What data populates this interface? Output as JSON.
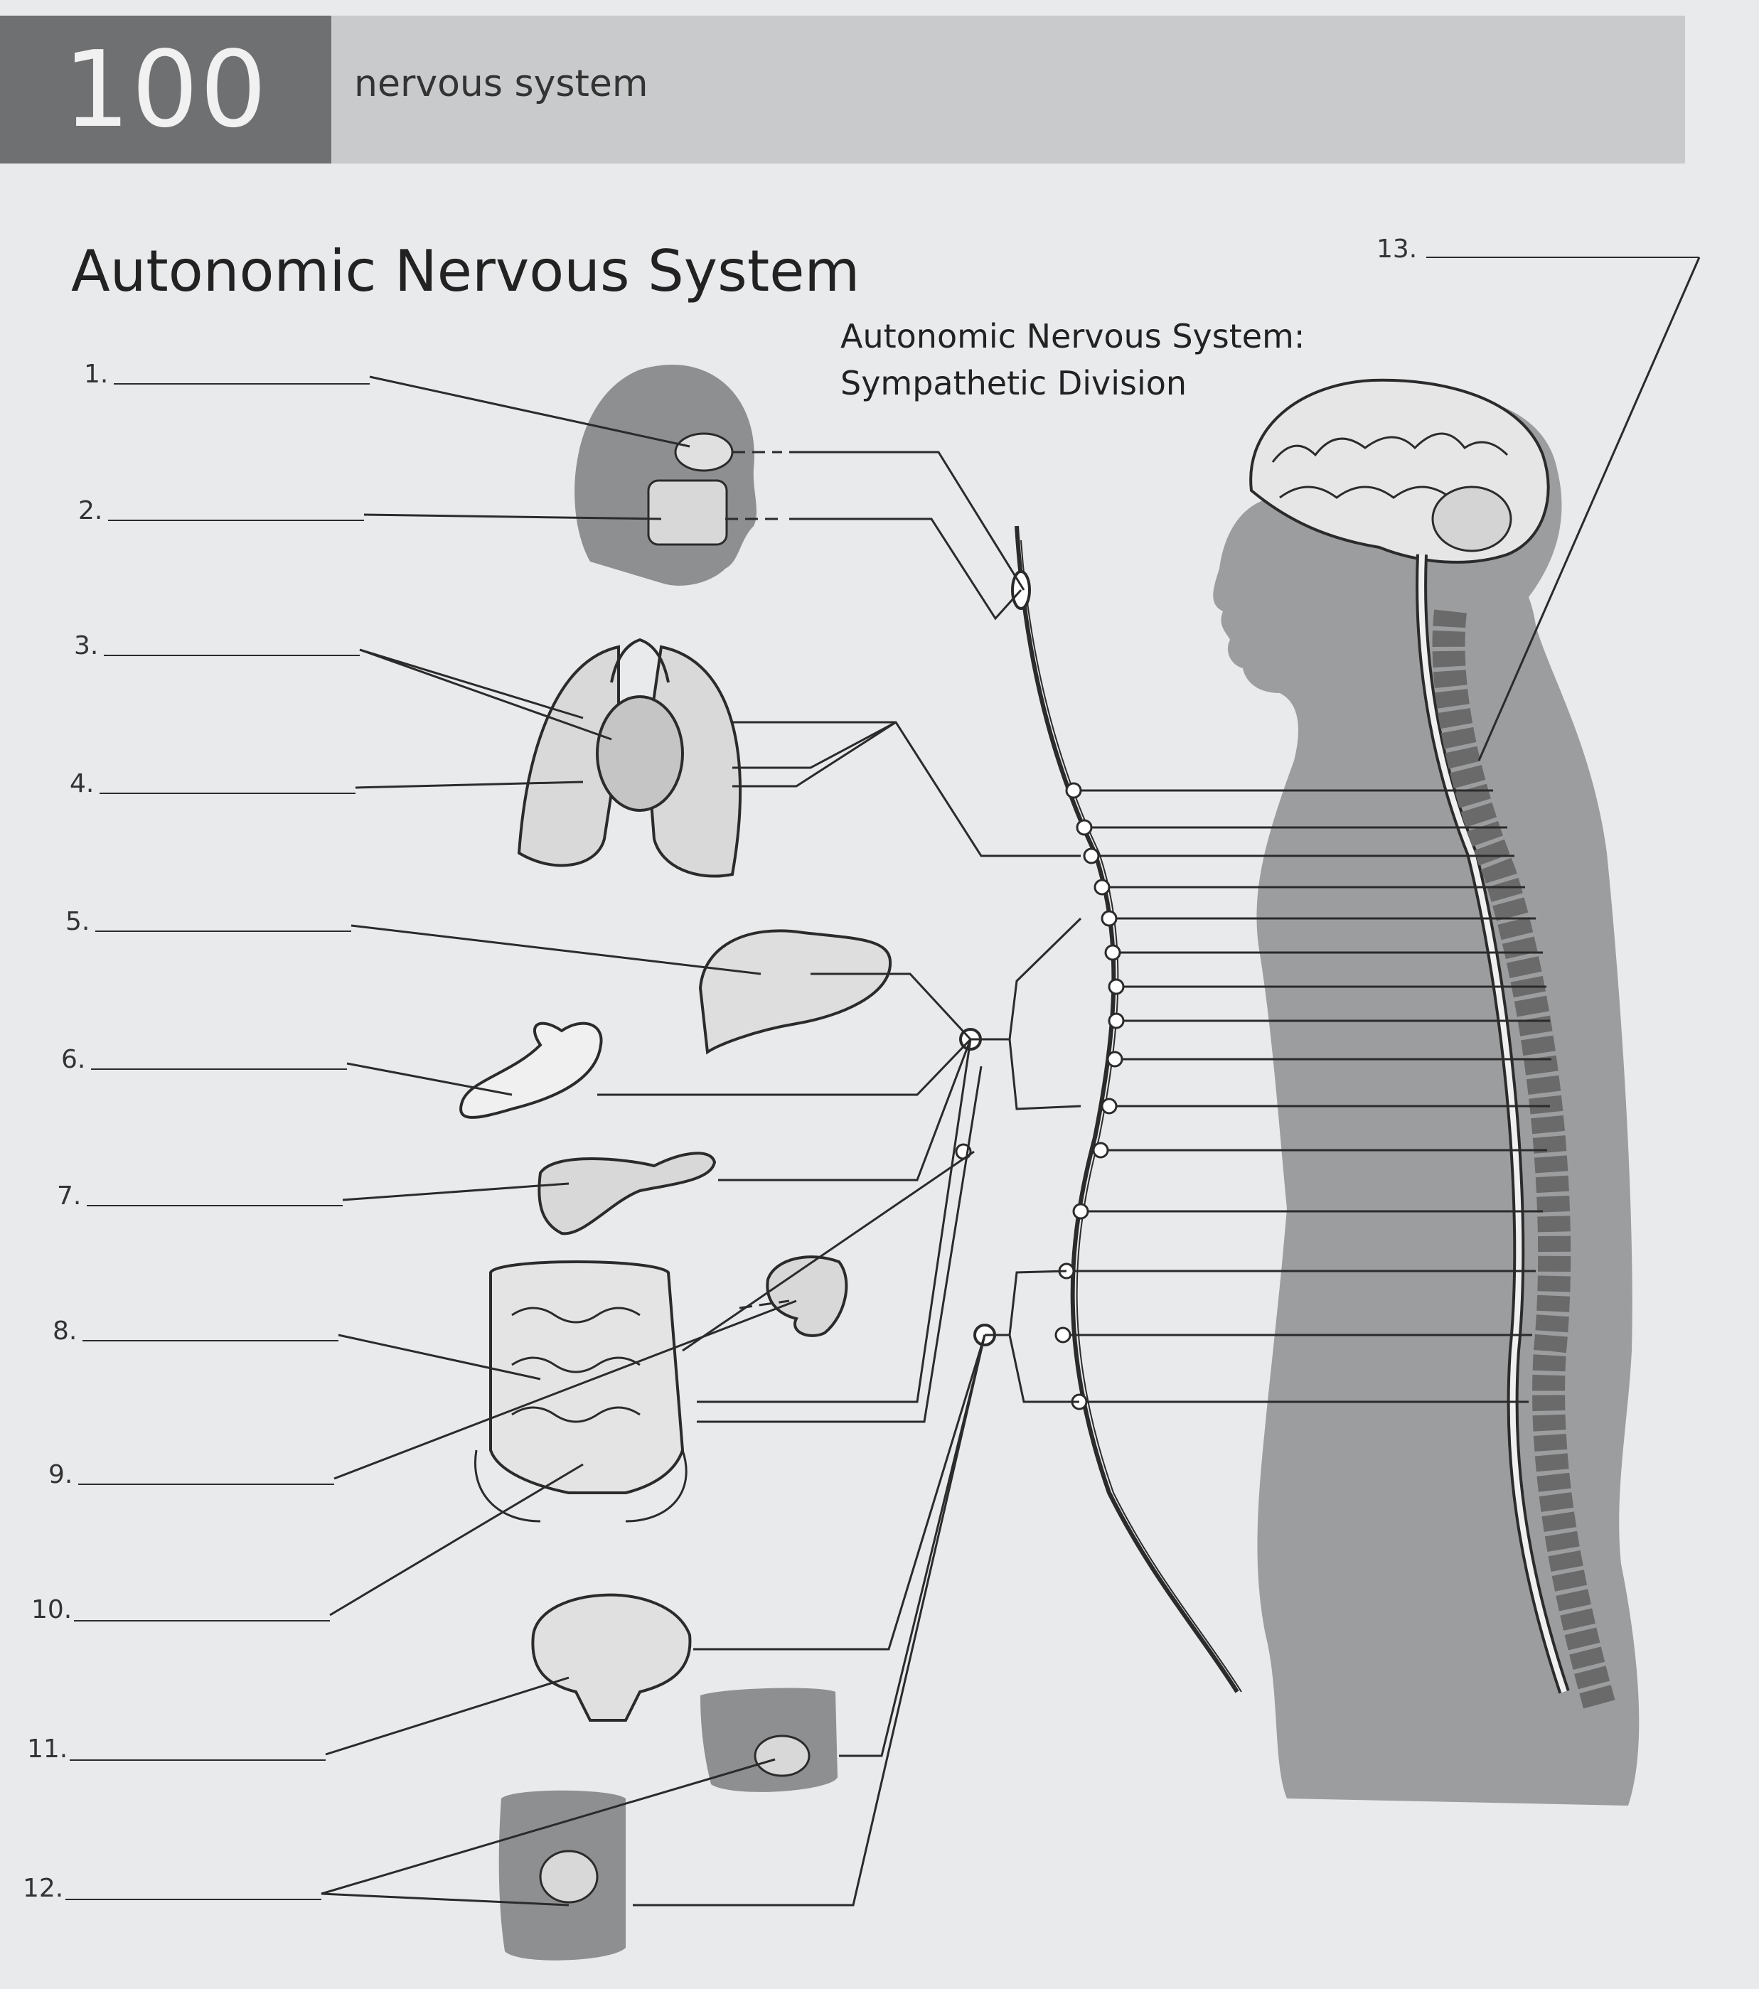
{
  "header": {
    "page_number": "100",
    "section": "nervous system"
  },
  "title": "Autonomic Nervous System",
  "subtitle_lines": [
    "Autonomic Nervous System:",
    "Sympathetic Division"
  ],
  "blanks": [
    "1.",
    "2.",
    "3.",
    "4.",
    "5.",
    "6.",
    "7.",
    "8.",
    "9.",
    "10.",
    "11.",
    "12.",
    "13."
  ],
  "colors": {
    "header_dark": "#6f7072",
    "header_light": "#c9cacc",
    "silhouette": "#9c9d9f",
    "line": "#2b2b2b"
  }
}
